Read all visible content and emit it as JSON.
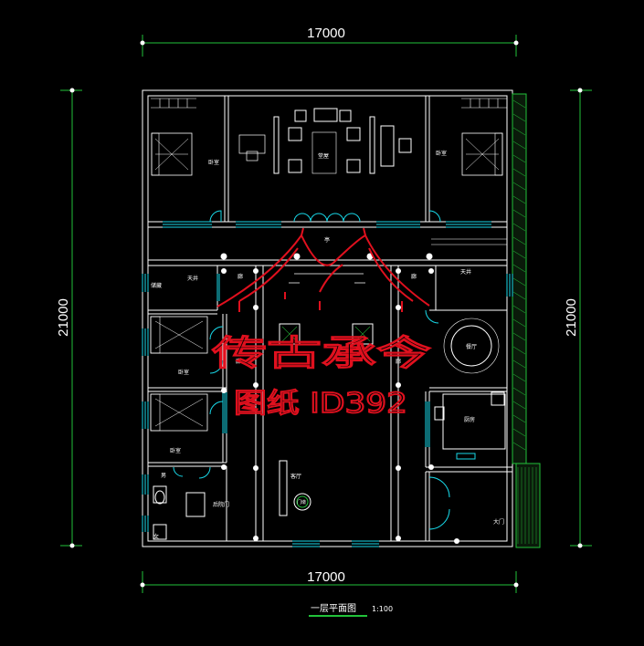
{
  "dimensions": {
    "top_width": "17000",
    "bottom_width": "17000",
    "left_height": "21000",
    "right_height": "21000"
  },
  "rooms": {
    "bedroom_top_left": "卧室",
    "living_room": "堂屋",
    "bedroom_top_right": "卧室",
    "storage_left": "储藏",
    "skylight_left": "天井",
    "corridor_left": "廊",
    "corridor_right": "廊",
    "skylight_right": "天井",
    "bedroom_mid_left": "卧室",
    "corridor_left_mid": "廊",
    "dining_room": "餐厅",
    "kitchen": "厨房",
    "bedroom_low_left": "卧室",
    "corridor_lower": "廊",
    "courtyard": "客厅",
    "male_toilet": "男",
    "female_toilet": "女",
    "back_door": "后院门",
    "well": "门墩",
    "gate": "大门",
    "hall_top": "亭"
  },
  "title": {
    "main": "一层平面图",
    "scale": "1:100"
  },
  "watermark": {
    "line1": "传古承今",
    "line2": "图纸 ID392"
  },
  "colors": {
    "background": "#000000",
    "walls": "#ffffff",
    "dimension_lines": "#22c23a",
    "windows": "#18d8e8",
    "watermark": "#e0101e"
  }
}
